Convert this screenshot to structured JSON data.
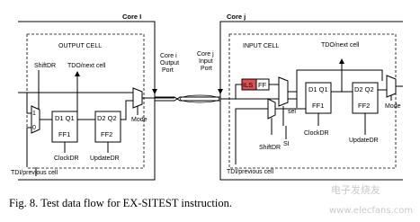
{
  "figure": {
    "core_left_label": "Core I",
    "core_right_label": "Core j",
    "output_cell_title": "OUTPUT CELL",
    "input_cell_title": "INPUT CELL",
    "left": {
      "shiftdr": "ShiftDR",
      "tdo_next": "TDO/next cell",
      "ff1_top": "D1  Q1",
      "ff1_bot": "FF1",
      "ff2_top": "D2  Q2",
      "ff2_bot": "FF2",
      "clockdr": "ClockDR",
      "updatedr": "UpdateDR",
      "mode": "Mode",
      "tdi_prev": "TDI/previous cell",
      "mux_1": "1",
      "mux_0": "0"
    },
    "ports": {
      "out_port_line1": "Core i",
      "out_port_line2": "Output",
      "out_port_line3": "Port",
      "in_port_line1": "Core j",
      "in_port_line2": "Input",
      "in_port_line3": "Port"
    },
    "right": {
      "tdo_next": "TDO/next cell",
      "ils": "ILS",
      "ff": "FF",
      "sel": "sel",
      "si": "SI",
      "shiftdr": "ShiftDR",
      "clockdr": "ClockDR",
      "updatedr": "UpdateDR",
      "mode": "Mode",
      "tdi_prev": "TDI/previous cell",
      "ff1_top": "D1  Q1",
      "ff1_bot": "FF1",
      "ff2_top": "D2  Q2",
      "ff2_bot": "FF2"
    }
  },
  "caption": "Fig. 8.   Test data flow for EX-SITEST instruction.",
  "watermark": {
    "line1": "电子发烧友",
    "line2": "www.elecfans.com"
  },
  "colors": {
    "ils_fill": "#e05050",
    "wire": "#000000"
  }
}
